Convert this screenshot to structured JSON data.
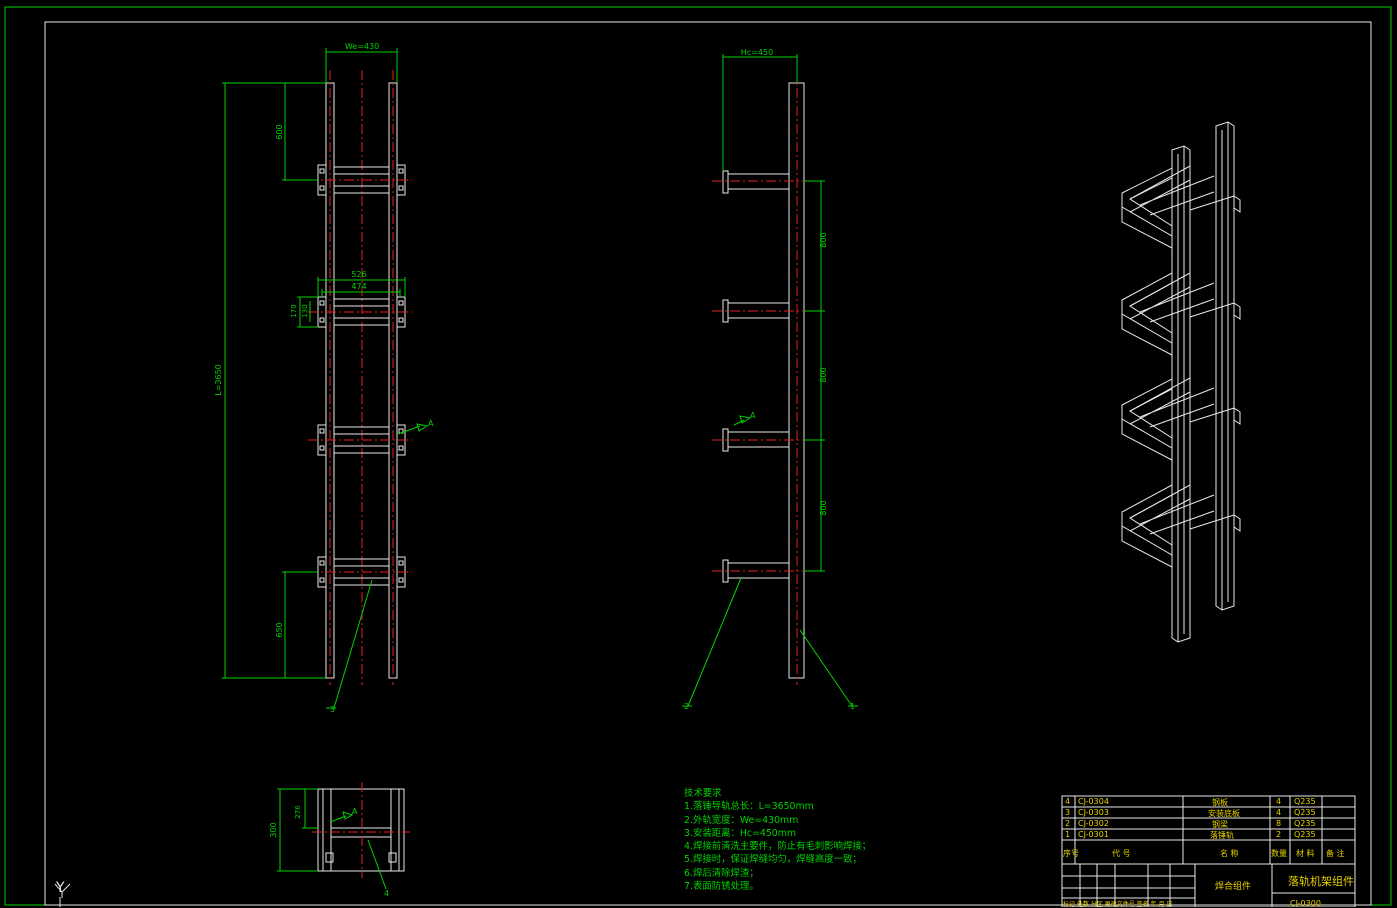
{
  "notes": {
    "title": "技术要求",
    "lines": [
      "1.落锤导轨总长：L=3650mm",
      "2.外轨宽度：We=430mm",
      "3.安装距离：Hc=450mm",
      "4.焊接前清洗主要件，防止有毛刺影响焊接；",
      "5.焊接时，保证焊缝均匀，焊缝高度一致；",
      "6.焊后清除焊渣；",
      "7.表面防锈处理。"
    ]
  },
  "dims": {
    "we": "We=430",
    "hc": "Hc=450",
    "l": "L=3650",
    "d600": "600",
    "d650": "650",
    "d526": "526",
    "d474": "474",
    "d170": "170",
    "d130": "130",
    "d800a": "800",
    "d800b": "800",
    "d800c": "800",
    "d300": "300",
    "d276": "276"
  },
  "labels": {
    "view_a_left": "A",
    "view_a_right": "A",
    "view_a_bottom": "A",
    "part1": "1",
    "part2": "2",
    "part3": "3",
    "part4": "4",
    "axis_y": "Y"
  },
  "bom": {
    "rows": [
      {
        "no": "4",
        "code": "CJ-0304",
        "name": "钢板",
        "qty": "4",
        "mat": "Q235"
      },
      {
        "no": "3",
        "code": "CJ-0303",
        "name": "安装底板",
        "qty": "4",
        "mat": "Q235"
      },
      {
        "no": "2",
        "code": "CJ-0302",
        "name": "钢梁",
        "qty": "8",
        "mat": "Q235"
      },
      {
        "no": "1",
        "code": "CJ-0301",
        "name": "落锤轨",
        "qty": "2",
        "mat": "Q235"
      }
    ],
    "headers": {
      "no": "序号",
      "code": "代 号",
      "name": "名 称",
      "qty": "数量",
      "mat": "材 料",
      "note": "备 注"
    }
  },
  "title_block": {
    "assembly": "焊合组件",
    "drawing_title": "落轨机架组件",
    "row_labels": "标记 处数 分区 更改文件号 签名 年 月 日",
    "code_partial": "CJ-0300"
  },
  "colors": {
    "line": "#e8e8e8",
    "dim": "#00d200",
    "center": "#e02020",
    "text": "#e8d200",
    "frame": "#00d200"
  }
}
